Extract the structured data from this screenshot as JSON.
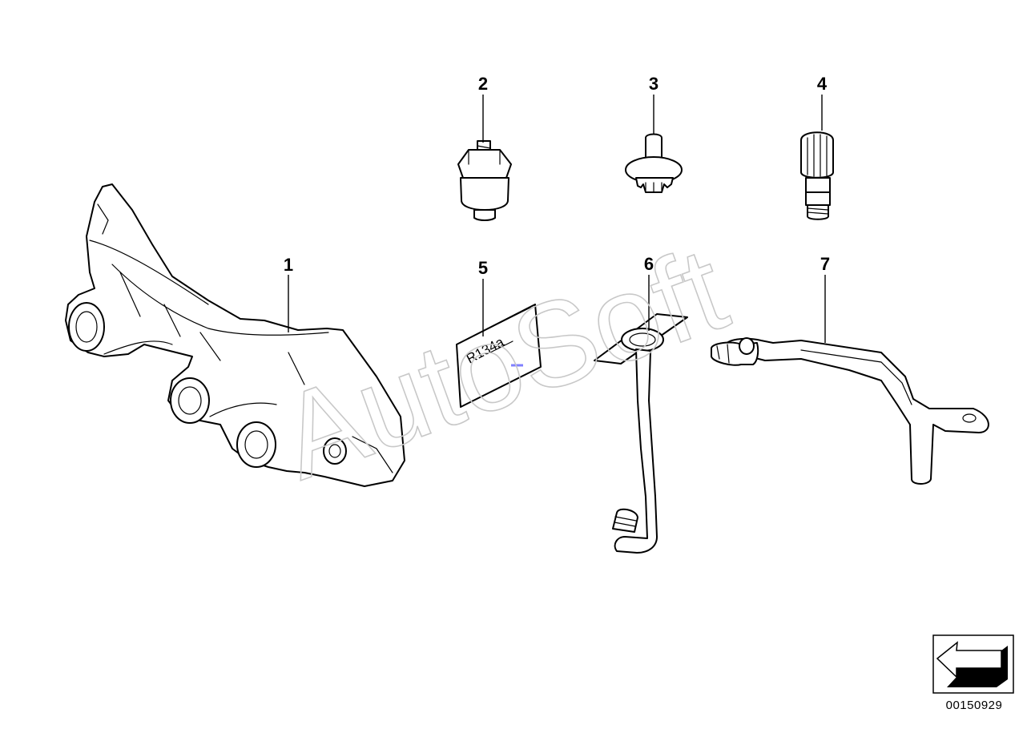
{
  "callouts": [
    {
      "id": "1",
      "label": "1"
    },
    {
      "id": "2",
      "label": "2"
    },
    {
      "id": "3",
      "label": "3"
    },
    {
      "id": "4",
      "label": "4"
    },
    {
      "id": "5",
      "label": "5"
    },
    {
      "id": "6",
      "label": "6"
    },
    {
      "id": "7",
      "label": "7"
    }
  ],
  "label_text": "R134a",
  "watermark": "AutoSoft",
  "document_number": "00150929",
  "icons": [
    "direction-arrow-icon"
  ],
  "colors": {
    "line": "#000000",
    "background": "#ffffff",
    "watermark": "#c8c8c8",
    "accent_mark": "#8080ff"
  }
}
